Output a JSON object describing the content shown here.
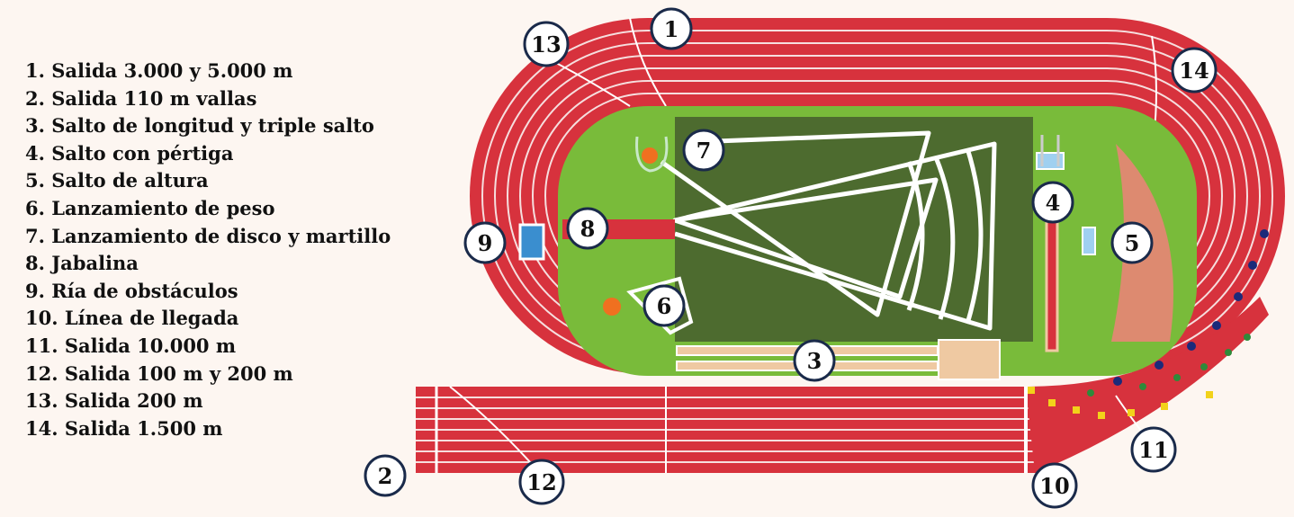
{
  "legend": [
    {
      "num": "1",
      "text": "1. Salida 3.000 y 5.000 m"
    },
    {
      "num": "2",
      "text": "2. Salida 110 m vallas"
    },
    {
      "num": "3",
      "text": "3. Salto de longitud y triple salto"
    },
    {
      "num": "4",
      "text": "4. Salto con pértiga"
    },
    {
      "num": "5",
      "text": "5. Salto de altura"
    },
    {
      "num": "6",
      "text": "6. Lanzamiento de peso"
    },
    {
      "num": "7",
      "text": "7. Lanzamiento de disco y martillo"
    },
    {
      "num": "8",
      "text": "8. Jabalina"
    },
    {
      "num": "9",
      "text": "9. Ría de obstáculos"
    },
    {
      "num": "10",
      "text": "10. Línea de llegada"
    },
    {
      "num": "11",
      "text": "11. Salida 10.000 m"
    },
    {
      "num": "12",
      "text": "12. Salida 100 m y 200 m"
    },
    {
      "num": "13",
      "text": "13. Salida 200 m"
    },
    {
      "num": "14",
      "text": "14. Salida 1.500 m"
    }
  ],
  "colors": {
    "track": "#d7323d",
    "lane_line": "#f6dede",
    "infield": "#79bb3a",
    "pitch": "#4d6b2f",
    "high_jump_fan": "#dd8a70",
    "shot_circle": "#f07020",
    "sand_pit": "#efc9a2",
    "marker_yellow": "#f2d21a",
    "marker_navy": "#1b2a7a",
    "marker_green": "#2f8a3a"
  }
}
